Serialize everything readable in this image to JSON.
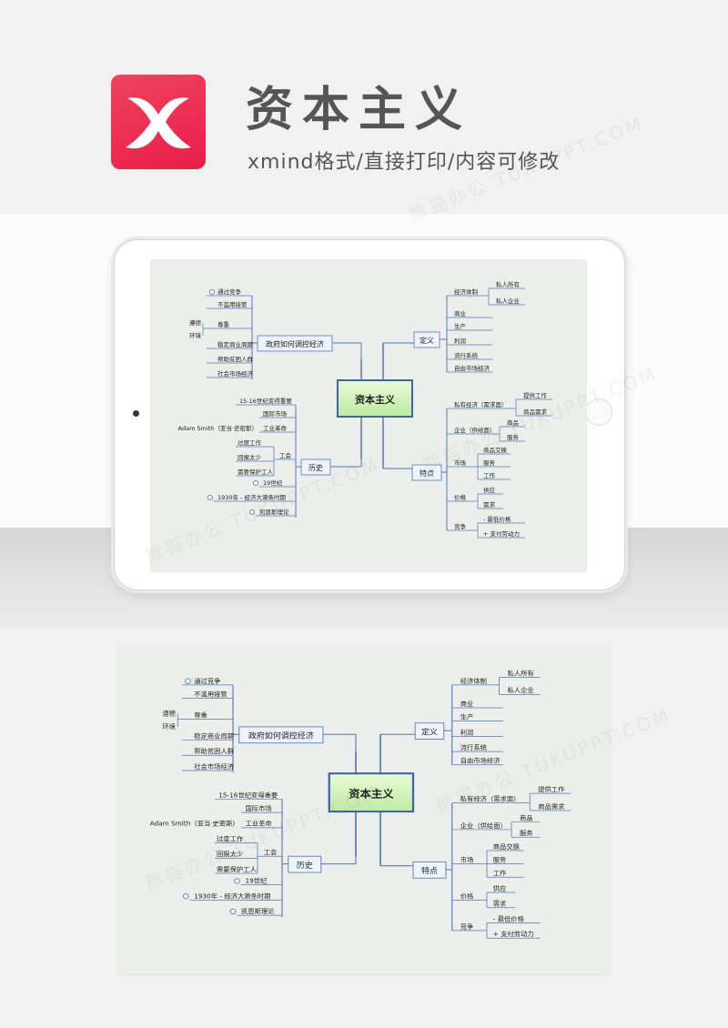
{
  "header": {
    "title": "资本主义",
    "subtitle": "xmind格式/直接打印/内容可修改",
    "logo_letter": "X",
    "brand_color": "#e8244a"
  },
  "watermark": "熊猫办公 TUKUPPT.COM",
  "mindmap": {
    "center": "资本主义",
    "branches": {
      "gov": {
        "label": "政府如何调控经济",
        "items": [
          "通过竞争",
          "不滥用接管",
          "尊重",
          "遵德",
          "环境",
          "稳定商业周期",
          "帮助贫困人群",
          "社会市场经济"
        ]
      },
      "hist": {
        "label": "历史",
        "items": [
          "15-16世纪变得重要",
          "国际市场",
          "工业革命",
          "Adam Smith（亚当·史密斯）",
          "工会",
          "过度工作",
          "回报太少",
          "需要保护工人",
          "19世纪",
          "1930年 - 经济大萧条时期",
          "凯恩斯理论"
        ]
      },
      "def": {
        "label": "定义",
        "items": [
          "经济体制",
          "私人所有",
          "私人企业",
          "商业",
          "生产",
          "利润",
          "流行系统",
          "自由市场经济"
        ]
      },
      "feat": {
        "label": "特点",
        "items": [
          "私有经济（需求面）",
          "提供工作",
          "商品需求",
          "企业（供给面）",
          "商品",
          "服务",
          "市场",
          "商品交换",
          "服务",
          "工作",
          "价格",
          "供应",
          "需求",
          "竞争",
          "- 最低价格",
          "+ 支付劳动力"
        ]
      }
    }
  }
}
